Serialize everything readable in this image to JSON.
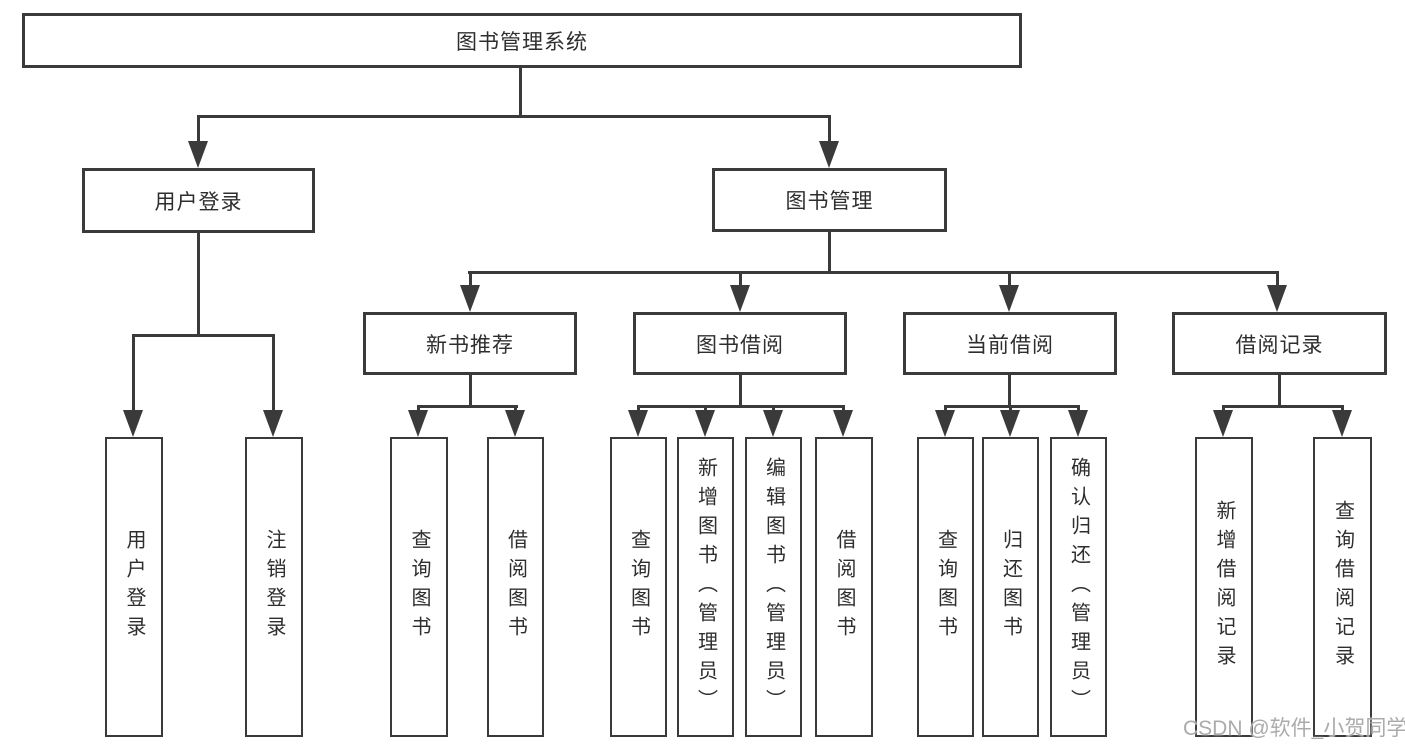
{
  "tree": {
    "label": "图书管理系统",
    "children": [
      {
        "label": "用户登录",
        "children": [
          {
            "label": "用户登录"
          },
          {
            "label": "注销登录"
          }
        ]
      },
      {
        "label": "图书管理",
        "children": [
          {
            "label": "新书推荐",
            "children": [
              {
                "label": "查询图书"
              },
              {
                "label": "借阅图书"
              }
            ]
          },
          {
            "label": "图书借阅",
            "children": [
              {
                "label": "查询图书"
              },
              {
                "label": "新增图书（管理员）"
              },
              {
                "label": "编辑图书（管理员）"
              },
              {
                "label": "借阅图书"
              }
            ]
          },
          {
            "label": "当前借阅",
            "children": [
              {
                "label": "查询图书"
              },
              {
                "label": "归还图书"
              },
              {
                "label": "确认归还（管理员）"
              }
            ]
          },
          {
            "label": "借阅记录",
            "children": [
              {
                "label": "新增借阅记录"
              },
              {
                "label": "查询借阅记录"
              }
            ]
          }
        ]
      }
    ]
  },
  "watermark": {
    "text": "CSDN @软件_小贺同学"
  },
  "colors": {
    "line": "#3a3a3a",
    "box_border": "#3a3a3a",
    "text": "#2e2e2e",
    "watermark": "#ababab",
    "background": "#ffffff"
  }
}
